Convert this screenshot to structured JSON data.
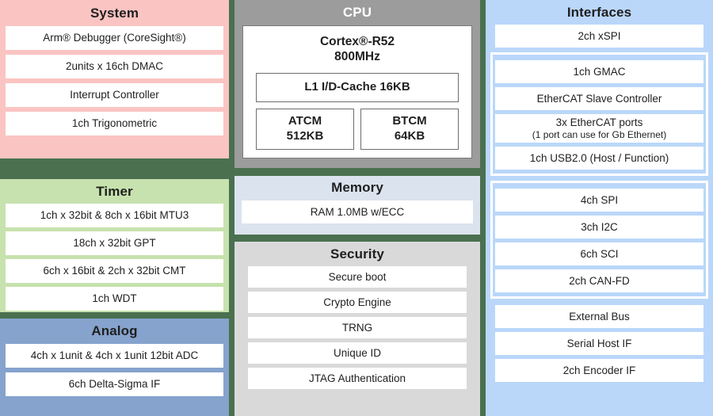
{
  "diagram": {
    "background_color": "#4a7050",
    "panels": {
      "system": {
        "title": "System",
        "color": "#fac4c2",
        "items": [
          {
            "label": "Arm® Debugger (CoreSight®)"
          },
          {
            "label": "2units x 16ch DMAC"
          },
          {
            "label": "Interrupt Controller"
          },
          {
            "label": "1ch Trigonometric"
          }
        ]
      },
      "timer": {
        "title": "Timer",
        "color": "#c7e2ae",
        "items": [
          {
            "label": "1ch x 32bit & 8ch x 16bit MTU3"
          },
          {
            "label": "18ch x 32bit GPT"
          },
          {
            "label": "6ch x 16bit & 2ch x 32bit CMT"
          },
          {
            "label": "1ch WDT"
          }
        ]
      },
      "analog": {
        "title": "Analog",
        "color": "#85a3cd",
        "items": [
          {
            "label": "4ch x 1unit & 4ch x 1unit 12bit ADC"
          },
          {
            "label": "6ch Delta-Sigma IF"
          }
        ]
      },
      "cpu": {
        "title": "CPU",
        "color": "#9c9c9c",
        "core_name": "Cortex®-R52",
        "core_clock": "800MHz",
        "cache": "L1 I/D-Cache 16KB",
        "tcm": [
          {
            "name": "ATCM",
            "size": "512KB"
          },
          {
            "name": "BTCM",
            "size": "64KB"
          }
        ]
      },
      "memory": {
        "title": "Memory",
        "color": "#dbe3ee",
        "items": [
          {
            "label": "RAM 1.0MB w/ECC"
          }
        ]
      },
      "security": {
        "title": "Security",
        "color": "#d9d9d9",
        "items": [
          {
            "label": "Secure boot"
          },
          {
            "label": "Crypto Engine"
          },
          {
            "label": "TRNG"
          },
          {
            "label": "Unique ID"
          },
          {
            "label": "JTAG Authentication"
          }
        ]
      },
      "interfaces": {
        "title": "Interfaces",
        "color": "#bad7fa",
        "top_items": [
          {
            "label": "2ch xSPI"
          }
        ],
        "ethernet_group": [
          {
            "label": "1ch GMAC",
            "sub": ""
          },
          {
            "label": "EtherCAT Slave Controller",
            "sub": ""
          },
          {
            "label": "3x EtherCAT ports",
            "sub": "(1 port can use for Gb Ethernet)"
          },
          {
            "label": "1ch USB2.0 (Host / Function)",
            "sub": ""
          }
        ],
        "serial_group": [
          {
            "label": "4ch SPI"
          },
          {
            "label": "3ch I2C"
          },
          {
            "label": "6ch SCI"
          },
          {
            "label": "2ch CAN-FD"
          }
        ],
        "bus_items": [
          {
            "label": "External Bus"
          },
          {
            "label": "Serial Host IF"
          },
          {
            "label": "2ch Encoder IF"
          }
        ]
      }
    }
  }
}
